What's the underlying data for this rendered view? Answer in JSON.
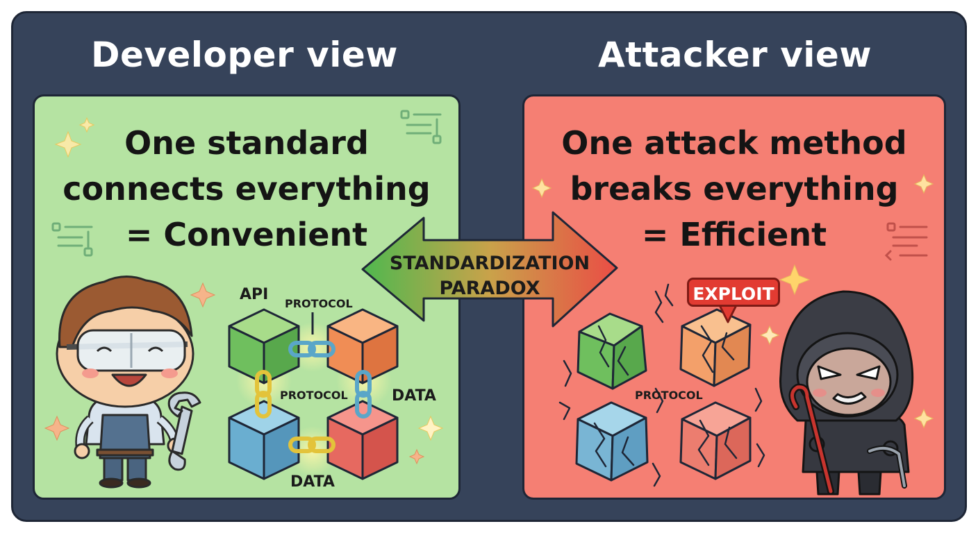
{
  "developer": {
    "heading": "Developer view",
    "slogan": [
      "One standard",
      "connects everything",
      "= Convenient"
    ],
    "labels": {
      "api": "API",
      "protocol_top": "PROTOCOL",
      "protocol_mid": "PROTOCOL",
      "data_right": "DATA",
      "data_bottom": "DATA"
    }
  },
  "attacker": {
    "heading": "Attacker view",
    "slogan": [
      "One attack method",
      "breaks everything",
      "= Efficient"
    ],
    "badge": "EXPLOIT",
    "protocol_label": "PROTOCOL"
  },
  "arrow": {
    "line1": "STANDARDIZATION",
    "line2": "PARADOX"
  },
  "colors": {
    "frame": "#36435a",
    "developer_panel": "#b5e3a2",
    "attacker_panel": "#f57f73",
    "arrow_left": "#4fb84f",
    "arrow_right": "#ea4d45",
    "exploit_badge": "#e23b32"
  },
  "icons": [
    "sparkle-icon",
    "list-sort-icon",
    "wrench-icon",
    "crowbar-icon",
    "chain-link-icon",
    "crack-icon"
  ]
}
